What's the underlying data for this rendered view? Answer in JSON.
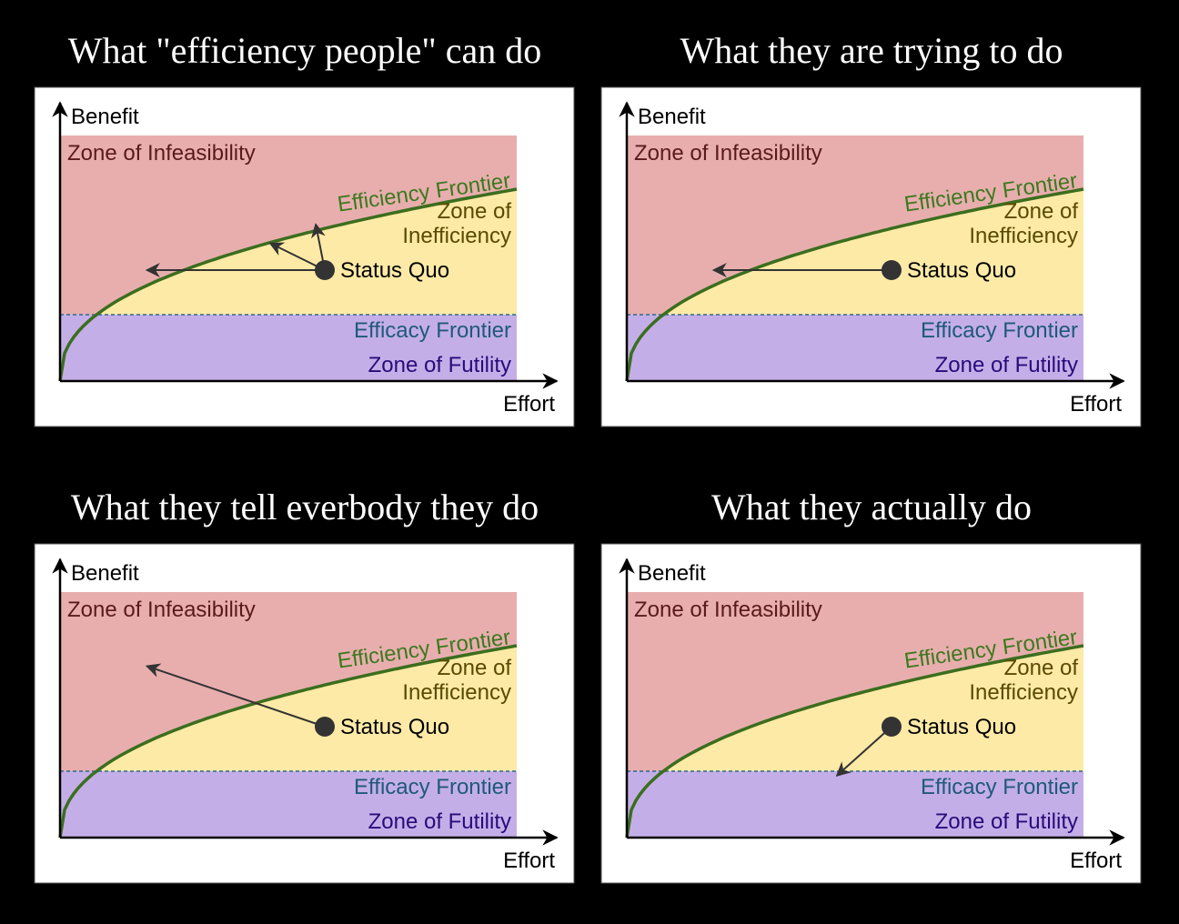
{
  "colors": {
    "background": "#000000",
    "panel": "#ffffff",
    "infeasibility": "#e8aeae",
    "inefficiency": "#fdeaa6",
    "futility": "#c4aee8",
    "frontier_curve": "#3b6e1e",
    "efficacy_line": "#2a6a8a",
    "arrow": "#333333"
  },
  "labels": {
    "benefit": "Benefit",
    "effort": "Effort",
    "zone_infeasibility": "Zone of Infeasibility",
    "efficiency_frontier": "Efficiency Frontier",
    "zone_of": "Zone of",
    "inefficiency": "Inefficiency",
    "status_quo": "Status Quo",
    "efficacy_frontier": "Efficacy Frontier",
    "zone_futility": "Zone of Futility"
  },
  "panels": [
    {
      "title": "What \"efficiency people\" can do",
      "arrows": [
        {
          "direction": "left",
          "to": [
            0.19,
            0.0
          ]
        },
        {
          "direction": "up-left",
          "to": [
            0.46,
            0.2
          ]
        },
        {
          "direction": "up",
          "to": [
            0.56,
            0.34
          ]
        }
      ]
    },
    {
      "title": "What they are trying to do",
      "arrows": [
        {
          "direction": "left",
          "to": [
            0.19,
            0.0
          ]
        }
      ]
    },
    {
      "title": "What they tell everbody they do",
      "arrows": [
        {
          "direction": "up-left",
          "to": [
            0.19,
            0.45
          ]
        }
      ]
    },
    {
      "title": "What they actually do",
      "arrows": [
        {
          "direction": "down-left",
          "to": [
            0.46,
            -0.52
          ]
        }
      ]
    }
  ]
}
